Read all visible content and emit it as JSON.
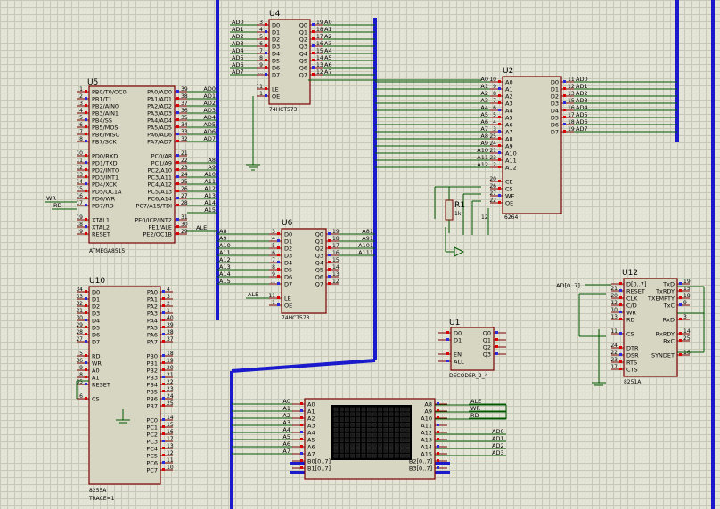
{
  "chips": [
    {
      "ref": "U4",
      "sub": "74HCT573",
      "left": [
        [
          "D0",
          "3"
        ],
        [
          "D1",
          "4"
        ],
        [
          "D2",
          "5"
        ],
        [
          "D3",
          "6"
        ],
        [
          "D4",
          "7"
        ],
        [
          "D5",
          "8"
        ],
        [
          "D6",
          "9"
        ],
        [
          "D7",
          "..."
        ],
        [
          "",
          ""
        ],
        [
          "LE",
          "11"
        ],
        [
          "OE",
          "1"
        ]
      ],
      "right": [
        [
          "Q0",
          "19"
        ],
        [
          "Q1",
          "18"
        ],
        [
          "Q2",
          "17"
        ],
        [
          "Q3",
          "16"
        ],
        [
          "Q4",
          "15"
        ],
        [
          "Q5",
          "14"
        ],
        [
          "Q6",
          "13"
        ],
        [
          "Q7",
          "12"
        ]
      ]
    },
    {
      "ref": "U5",
      "sub": "ATMEGA8515",
      "left": [
        [
          "PB0/T0/OC0",
          "1"
        ],
        [
          "PB1/T1",
          "2"
        ],
        [
          "PB2/AIN0",
          "3"
        ],
        [
          "PB3/AIN1",
          "4"
        ],
        [
          "PB4/SS",
          "5"
        ],
        [
          "PB5/MOSI",
          "6"
        ],
        [
          "PB6/MISO",
          "7"
        ],
        [
          "PB7/SCK",
          "8"
        ],
        [
          "",
          ""
        ],
        [
          "PD0/RXD",
          "10"
        ],
        [
          "PD1/TXD",
          "11"
        ],
        [
          "PD2/INT0",
          "12"
        ],
        [
          "PD3/INT1",
          "13"
        ],
        [
          "PD4/XCK",
          "14"
        ],
        [
          "PD5/OC1A",
          "15"
        ],
        [
          "PD6/WR",
          "16"
        ],
        [
          "PD7/RD",
          "17"
        ],
        [
          "",
          ""
        ],
        [
          "XTAL1",
          "19"
        ],
        [
          "XTAL2",
          "18"
        ],
        [
          "RESET",
          "9"
        ]
      ],
      "right": [
        [
          "PA0/AD0",
          "39"
        ],
        [
          "PA1/AD1",
          "38"
        ],
        [
          "PA2/AD2",
          "37"
        ],
        [
          "PA3/AD3",
          "36"
        ],
        [
          "PA4/AD4",
          "35"
        ],
        [
          "PA5/AD5",
          "34"
        ],
        [
          "PA6/AD6",
          "33"
        ],
        [
          "PA7/AD7",
          "32"
        ],
        [
          "",
          ""
        ],
        [
          "PC0/A8",
          "21"
        ],
        [
          "PC1/A9",
          "22"
        ],
        [
          "PC2/A10",
          "23"
        ],
        [
          "PC3/A11",
          "24"
        ],
        [
          "PC4/A12",
          "25"
        ],
        [
          "PC5/A13",
          "26"
        ],
        [
          "PC6/A14",
          "27"
        ],
        [
          "PC7/A15/TDI",
          "28"
        ],
        [
          "",
          ""
        ],
        [
          "PE0/ICP/INT2",
          "31"
        ],
        [
          "PE1/ALE",
          "30"
        ],
        [
          "PE2/OC1B",
          "29"
        ]
      ]
    },
    {
      "ref": "U2",
      "sub": "6264",
      "left": [
        [
          "A0",
          "10"
        ],
        [
          "A1",
          "9"
        ],
        [
          "A2",
          "8"
        ],
        [
          "A3",
          "7"
        ],
        [
          "A4",
          "6"
        ],
        [
          "A5",
          "5"
        ],
        [
          "A6",
          "4"
        ],
        [
          "A7",
          "3"
        ],
        [
          "A8",
          "25"
        ],
        [
          "A9",
          "24"
        ],
        [
          "A10",
          "21"
        ],
        [
          "A11",
          "23"
        ],
        [
          "A12",
          "2"
        ],
        [
          "",
          ""
        ],
        [
          "CE",
          "20"
        ],
        [
          "CS",
          "26"
        ],
        [
          "WE",
          "27"
        ],
        [
          "OE",
          "22"
        ]
      ],
      "right": [
        [
          "D0",
          "11"
        ],
        [
          "D1",
          "12"
        ],
        [
          "D2",
          "13"
        ],
        [
          "D3",
          "15"
        ],
        [
          "D4",
          "16"
        ],
        [
          "D5",
          "17"
        ],
        [
          "D6",
          "18"
        ],
        [
          "D7",
          "19"
        ]
      ]
    },
    {
      "ref": "U6",
      "sub": "74HCT573",
      "left": [
        [
          "D0",
          "3"
        ],
        [
          "D1",
          "4"
        ],
        [
          "D2",
          "5"
        ],
        [
          "D3",
          "6"
        ],
        [
          "D4",
          "7"
        ],
        [
          "D5",
          "8"
        ],
        [
          "D6",
          "9"
        ],
        [
          "D7",
          "..."
        ],
        [
          "",
          ""
        ],
        [
          "LE",
          "11"
        ],
        [
          "OE",
          "1"
        ]
      ],
      "right": [
        [
          "Q0",
          "19"
        ],
        [
          "Q1",
          "18"
        ],
        [
          "Q2",
          "17"
        ],
        [
          "Q3",
          "16"
        ],
        [
          "Q4",
          "15"
        ],
        [
          "Q5",
          "14"
        ],
        [
          "Q6",
          "13"
        ],
        [
          "Q7",
          "12"
        ]
      ]
    },
    {
      "ref": "U10",
      "sub": "8255A",
      "sub2": "TRACE=1",
      "left": [
        [
          "D0",
          "34"
        ],
        [
          "D1",
          "33"
        ],
        [
          "D2",
          "32"
        ],
        [
          "D3",
          "31"
        ],
        [
          "D4",
          "30"
        ],
        [
          "D5",
          "29"
        ],
        [
          "D6",
          "28"
        ],
        [
          "D7",
          "27"
        ],
        [
          "",
          ""
        ],
        [
          "RD",
          "5"
        ],
        [
          "WR",
          "36"
        ],
        [
          "A0",
          "9"
        ],
        [
          "A1",
          "8"
        ],
        [
          "RESET",
          "35"
        ],
        [
          "",
          ""
        ],
        [
          "CS",
          "6"
        ]
      ],
      "right": [
        [
          "PA0",
          "4"
        ],
        [
          "PA1",
          "3"
        ],
        [
          "PA2",
          "2"
        ],
        [
          "PA3",
          "1"
        ],
        [
          "PA4",
          "40"
        ],
        [
          "PA5",
          "39"
        ],
        [
          "PA6",
          "38"
        ],
        [
          "PA7",
          "37"
        ],
        [
          "",
          ""
        ],
        [
          "PB0",
          "18"
        ],
        [
          "PB1",
          "19"
        ],
        [
          "PB2",
          "20"
        ],
        [
          "PB3",
          "21"
        ],
        [
          "PB4",
          "22"
        ],
        [
          "PB5",
          "23"
        ],
        [
          "PB6",
          "24"
        ],
        [
          "PB7",
          "25"
        ],
        [
          "",
          ""
        ],
        [
          "PC0",
          "14"
        ],
        [
          "PC1",
          "15"
        ],
        [
          "PC2",
          "16"
        ],
        [
          "PC3",
          "17"
        ],
        [
          "PC4",
          "13"
        ],
        [
          "PC5",
          "12"
        ],
        [
          "PC6",
          "11"
        ],
        [
          "PC7",
          "10"
        ]
      ]
    },
    {
      "ref": "U1",
      "sub": "DECODER_2_4",
      "left": [
        [
          "D0",
          ""
        ],
        [
          "D1",
          ""
        ],
        [
          "",
          ""
        ],
        [
          "EN",
          ""
        ],
        [
          "ALL",
          ""
        ]
      ],
      "right": [
        [
          "Q0",
          ""
        ],
        [
          "Q1",
          ""
        ],
        [
          "Q2",
          ""
        ],
        [
          "Q3",
          ""
        ]
      ]
    },
    {
      "ref": "U12",
      "sub": "8251A",
      "left": [
        [
          "D[0..7]",
          ""
        ],
        [
          "RESET",
          "21"
        ],
        [
          "CLK",
          "20"
        ],
        [
          "C/D",
          "12"
        ],
        [
          "WR",
          "10"
        ],
        [
          "RD",
          "13"
        ],
        [
          "",
          ""
        ],
        [
          "CS",
          "11"
        ],
        [
          "",
          ""
        ],
        [
          "DTR",
          "24"
        ],
        [
          "DSR",
          "22"
        ],
        [
          "RTS",
          "23"
        ],
        [
          "CTS",
          "17"
        ]
      ],
      "right": [
        [
          "TxD",
          "19"
        ],
        [
          "TxRDY",
          "15"
        ],
        [
          "TXEMPTY",
          "18"
        ],
        [
          "TxC",
          "9"
        ],
        [
          "",
          ""
        ],
        [
          "RxD",
          "3"
        ],
        [
          "",
          ""
        ],
        [
          "RxRDY",
          "14"
        ],
        [
          "RxC",
          "25"
        ],
        [
          "",
          ""
        ],
        [
          "SYNDET",
          "16"
        ]
      ]
    },
    {
      "ref": "",
      "left": [
        [
          "A0",
          ""
        ],
        [
          "A1",
          ""
        ],
        [
          "A2",
          ""
        ],
        [
          "A3",
          ""
        ],
        [
          "A4",
          ""
        ],
        [
          "A5",
          ""
        ],
        [
          "A6",
          ""
        ],
        [
          "A7",
          ""
        ],
        [
          "B0[0..7]",
          ""
        ],
        [
          "B1[0..7]",
          ""
        ]
      ],
      "right": [
        [
          "A8",
          ""
        ],
        [
          "A9",
          ""
        ],
        [
          "A10",
          ""
        ],
        [
          "A11",
          ""
        ],
        [
          "A12",
          ""
        ],
        [
          "A13",
          ""
        ],
        [
          "A14",
          ""
        ],
        [
          "A15",
          ""
        ],
        [
          "B2[0..7]",
          ""
        ],
        [
          "B3[0..7]",
          ""
        ]
      ]
    }
  ],
  "r1": {
    "ref": "R1",
    "value": "1k",
    "pins": [
      "12"
    ]
  },
  "nets": {
    "u4_in": [
      "AD0",
      "AD1",
      "AD2",
      "AD3",
      "AD4",
      "AD5",
      "AD6",
      "AD7"
    ],
    "u4_out": [
      "A0",
      "A1",
      "A2",
      "A3",
      "A4",
      "A5",
      "A6",
      "A7"
    ],
    "u5_pa": [
      "AD0",
      "AD1",
      "AD2",
      "AD3",
      "AD4",
      "AD5",
      "AD6",
      "AD7"
    ],
    "u5_pc": [
      "A8",
      "A9",
      "A10",
      "A11",
      "A12",
      "A13",
      "A14",
      "A15"
    ],
    "u5_wr": "WR",
    "u5_rd": "RD",
    "u5_ale": "ALE",
    "u2_in": [
      "A0",
      "A1",
      "A2",
      "A3",
      "A4",
      "A5",
      "A6",
      "A7",
      "A8",
      "A9",
      "A10",
      "A11",
      "A12"
    ],
    "u2_out": [
      "AD0",
      "AD1",
      "AD2",
      "AD3",
      "AD4",
      "AD5",
      "AD6",
      "AD7"
    ],
    "u6_in": [
      "A8",
      "A9",
      "A10",
      "A11",
      "A12",
      "A13",
      "A14",
      "A15"
    ],
    "u6_out": [
      "A81",
      "A91",
      "A101",
      "A111"
    ],
    "u6_le": "ALE",
    "u12_bus": "AD[0..7]",
    "la_in": [
      "A0",
      "A1",
      "A2",
      "A3",
      "A4",
      "A5",
      "A6",
      "A7"
    ],
    "la_ctl": [
      "ALE",
      "WR",
      "RD"
    ],
    "la_ad": [
      "AD0",
      "AD1",
      "AD2",
      "AD3"
    ]
  }
}
